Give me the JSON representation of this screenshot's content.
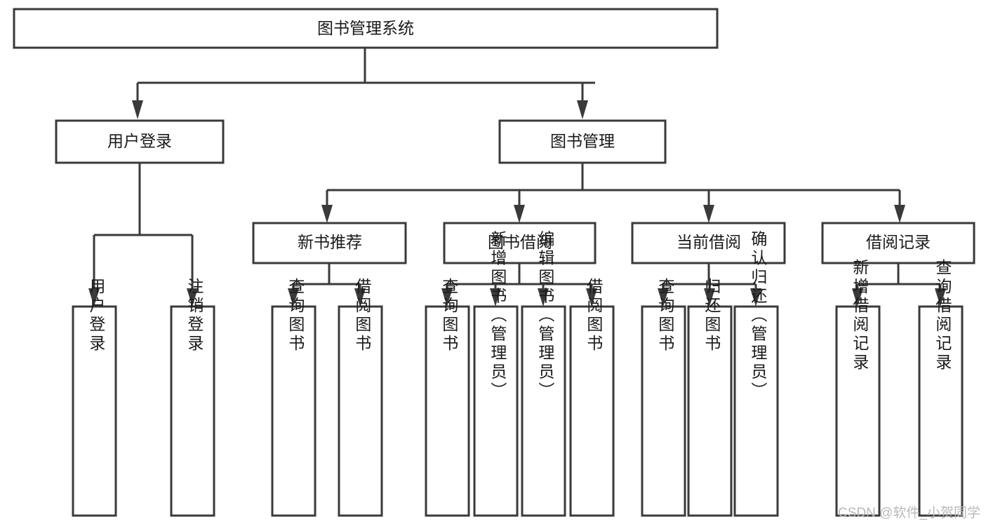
{
  "diagram": {
    "type": "tree-hierarchy-flowchart",
    "orientation": "top-down",
    "root": {
      "id": "root",
      "label": "图书管理系统",
      "level": 0
    },
    "level1": [
      {
        "id": "user-login",
        "label": "用户登录"
      },
      {
        "id": "book-management",
        "label": "图书管理"
      }
    ],
    "level2": [
      {
        "id": "new-book-recommend",
        "label": "新书推荐",
        "parent": "book-management"
      },
      {
        "id": "book-borrow",
        "label": "图书借阅",
        "parent": "book-management"
      },
      {
        "id": "current-borrow",
        "label": "当前借阅",
        "parent": "book-management"
      },
      {
        "id": "borrow-record",
        "label": "借阅记录",
        "parent": "book-management"
      }
    ],
    "leaves": [
      {
        "id": "leaf-user-login",
        "label": "用户登录",
        "parent": "user-login"
      },
      {
        "id": "leaf-user-logout",
        "label": "注销登录",
        "parent": "user-login"
      },
      {
        "id": "leaf-query-book-1",
        "label": "查询图书",
        "parent": "new-book-recommend"
      },
      {
        "id": "leaf-borrow-book-1",
        "label": "借阅图书",
        "parent": "new-book-recommend"
      },
      {
        "id": "leaf-query-book-2",
        "label": "查询图书",
        "parent": "book-borrow"
      },
      {
        "id": "leaf-add-book",
        "label": "新增图书（管理员）",
        "parent": "book-borrow"
      },
      {
        "id": "leaf-edit-book",
        "label": "编辑图书（管理员）",
        "parent": "book-borrow"
      },
      {
        "id": "leaf-borrow-book-2",
        "label": "借阅图书",
        "parent": "book-borrow"
      },
      {
        "id": "leaf-query-book-3",
        "label": "查询图书",
        "parent": "current-borrow"
      },
      {
        "id": "leaf-return-book",
        "label": "归还图书",
        "parent": "current-borrow"
      },
      {
        "id": "leaf-confirm-return",
        "label": "确认归还（管理员）",
        "parent": "current-borrow"
      },
      {
        "id": "leaf-add-record",
        "label": "新增借阅记录",
        "parent": "borrow-record"
      },
      {
        "id": "leaf-query-record",
        "label": "查询借阅记录",
        "parent": "borrow-record"
      }
    ],
    "colors": {
      "stroke": "#3a3a3a",
      "fill": "#ffffff",
      "text": "#1a1a1a",
      "background": "#ffffff",
      "watermark": "#b9b9b9"
    }
  },
  "watermark": {
    "text": "CSDN @软件_小贺同学"
  }
}
